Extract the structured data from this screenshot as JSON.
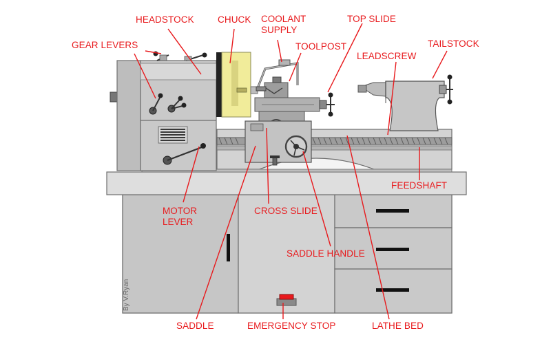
{
  "labels": {
    "headstock": "HEADSTOCK",
    "chuck": "CHUCK",
    "coolant_supply": "COOLANT\nSUPPLY",
    "top_slide": "TOP SLIDE",
    "tailstock": "TAILSTOCK",
    "gear_levers": "GEAR LEVERS",
    "toolpost": "TOOLPOST",
    "leadscrew": "LEADSCREW",
    "feedshaft": "FEEDSHAFT",
    "motor_lever": "MOTOR\nLEVER",
    "cross_slide": "CROSS SLIDE",
    "saddle_handle": "SADDLE HANDLE",
    "saddle": "SADDLE",
    "emergency_stop": "EMERGENCY STOP",
    "lathe_bed": "LATHE BED"
  },
  "credit": "By V.Ryan",
  "colors": {
    "label": "#e8191c",
    "body": "#c9c9c9",
    "body_dark": "#a9a9a9",
    "outline": "#6e6e6e",
    "chuck": "#f1ec9a",
    "stop_button": "#e8191c"
  }
}
